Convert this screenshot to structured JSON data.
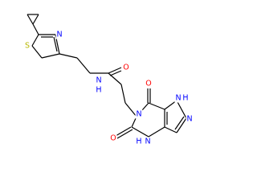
{
  "structure": {
    "colors": {
      "bond": "#000000",
      "carbon": "#000000",
      "nitrogen": "#0000ff",
      "oxygen": "#ff0000",
      "sulfur": "#b8b800"
    },
    "atoms": [
      {
        "id": "ring_S",
        "symbol": "S",
        "label": "S",
        "color": "sulfur"
      },
      {
        "id": "thiazole_N",
        "symbol": "N",
        "label": "N",
        "color": "nitrogen"
      },
      {
        "id": "amide_N",
        "symbol": "N",
        "label": "N",
        "color": "nitrogen"
      },
      {
        "id": "H_amide",
        "symbol": "H",
        "label": "H",
        "color": "nitrogen"
      },
      {
        "id": "amide_O",
        "symbol": "O",
        "label": "O",
        "color": "oxygen"
      },
      {
        "id": "N1",
        "symbol": "N",
        "label": "N",
        "color": "nitrogen"
      },
      {
        "id": "O6",
        "symbol": "O",
        "label": "O",
        "color": "oxygen"
      },
      {
        "id": "O2",
        "symbol": "O",
        "label": "O",
        "color": "oxygen"
      },
      {
        "id": "N3",
        "symbol": "N",
        "label": "N",
        "color": "nitrogen"
      },
      {
        "id": "H3",
        "symbol": "H",
        "label": "H",
        "color": "nitrogen"
      },
      {
        "id": "N7",
        "symbol": "N",
        "label": "N",
        "color": "nitrogen"
      },
      {
        "id": "H7",
        "symbol": "H",
        "label": "H",
        "color": "nitrogen"
      },
      {
        "id": "N9",
        "symbol": "N",
        "label": "N",
        "color": "nitrogen"
      }
    ]
  }
}
